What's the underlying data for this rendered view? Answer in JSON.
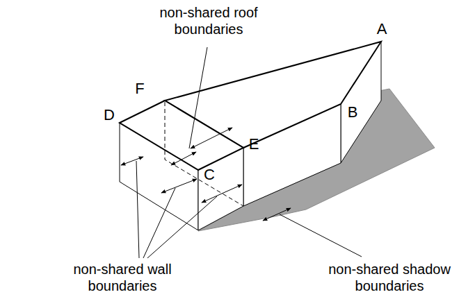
{
  "diagram": {
    "labels": [
      "non-shared roof boundaries",
      "A",
      "B",
      "F",
      "D",
      "E",
      "C",
      "non-shared wall boundaries",
      "non-shared shadow boundaries"
    ]
  }
}
